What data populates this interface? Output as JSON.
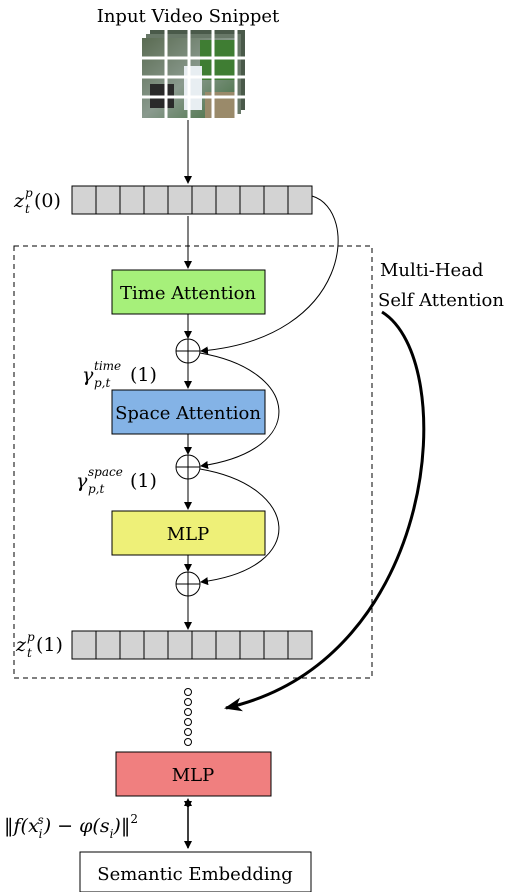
{
  "title": "Input Video Snippet",
  "token_row_top": {
    "base": "z",
    "sub": "t",
    "sup": "p",
    "arg": "(0)",
    "token_count": 10
  },
  "token_row_bottom": {
    "base": "z",
    "sub": "t",
    "sup": "p",
    "arg": "(1)",
    "token_count": 10
  },
  "blocks": {
    "time_attention": {
      "label": "Time Attention",
      "color": "#a6f07a"
    },
    "space_attention": {
      "label": "Space Attention",
      "color": "#84b3e6"
    },
    "mlp_inner": {
      "label": "MLP",
      "color": "#eef078"
    },
    "mlp_head": {
      "label": "MLP",
      "color": "#f07f7f"
    },
    "semantic_embedding": {
      "label": "Semantic Embedding",
      "color": "#ffffff"
    }
  },
  "side_label": {
    "line1": "Multi-Head",
    "line2": "Self Attention"
  },
  "gamma_time": {
    "base": "γ",
    "sub": "p,t",
    "sup": "time",
    "arg": "(1)"
  },
  "gamma_space": {
    "base": "γ",
    "sub": "p,t",
    "sup": "space",
    "arg": "(1)"
  },
  "loss": {
    "text": "‖f(x",
    "sub": "i",
    "sup": "s",
    "mid": ") − φ(s",
    "sub2": "i",
    "end": ")‖",
    "sup2": "2"
  },
  "colors": {
    "token_fill": "#d3d3d3",
    "frame_fill": "#6b7a6a"
  },
  "icons": {
    "plus": "circled-plus-icon",
    "dots": "ellipsis-icon",
    "video": "video-frames-icon"
  }
}
